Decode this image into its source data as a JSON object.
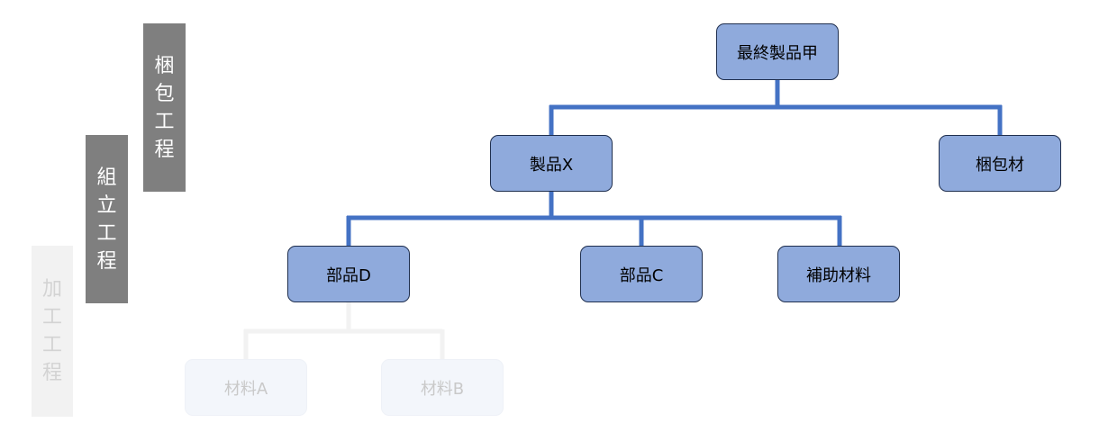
{
  "stages": [
    {
      "label": [
        "梱",
        "包",
        "工",
        "程"
      ],
      "state": "active"
    },
    {
      "label": [
        "組",
        "立",
        "工",
        "程"
      ],
      "state": "active"
    },
    {
      "label": [
        "加",
        "工",
        "工",
        "程"
      ],
      "state": "faded"
    }
  ],
  "nodes": {
    "final_product": "最終製品甲",
    "product_x": "製品X",
    "packing_material": "梱包材",
    "part_d": "部品D",
    "part_c": "部品C",
    "aux_material": "補助材料",
    "material_a": "材料A",
    "material_b": "材料B"
  },
  "colors": {
    "connector_active": "#4472c4",
    "connector_faded": "#f2f2f2",
    "node_active_fill": "#8faadc",
    "node_faded_fill": "#f3f6fb",
    "stage_active": "#7f7f7f",
    "stage_faded": "#f2f2f2"
  }
}
